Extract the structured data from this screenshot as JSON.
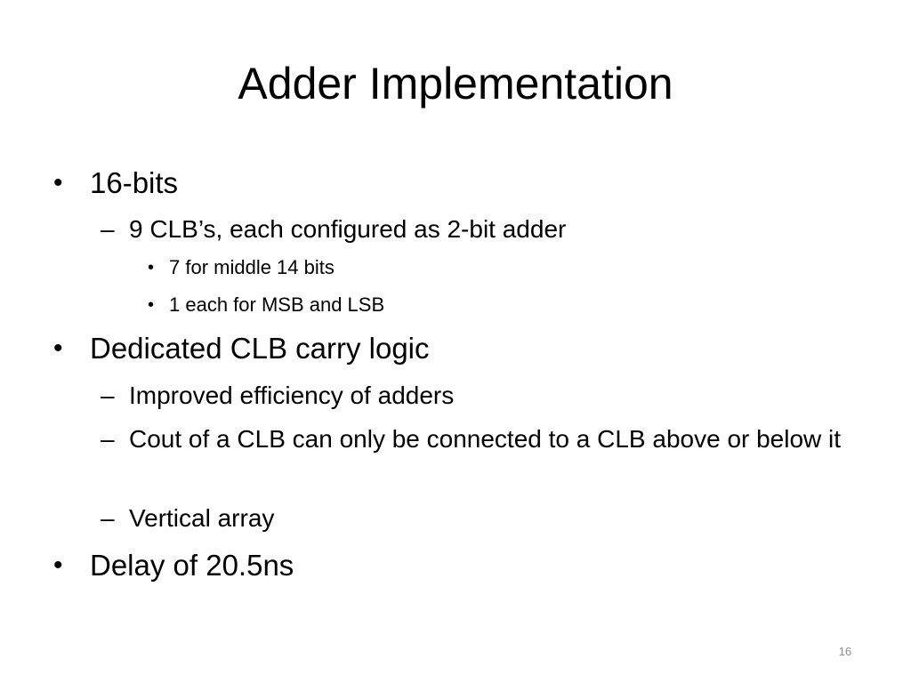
{
  "slide": {
    "title": "Adder Implementation",
    "page_number": "16",
    "bullets": [
      {
        "marker": "•",
        "text": "16-bits",
        "children": [
          {
            "marker": "–",
            "text": "9 CLB’s, each configured as 2-bit adder",
            "children": [
              {
                "marker": "•",
                "text": "7 for middle 14 bits"
              },
              {
                "marker": "•",
                "text": "1 each for MSB and LSB"
              }
            ]
          }
        ]
      },
      {
        "marker": "•",
        "text": "Dedicated CLB carry logic",
        "children": [
          {
            "marker": "–",
            "text": "Improved efficiency of adders"
          },
          {
            "marker": "–",
            "text": "Cout of a CLB can only be connected to a CLB above or below it"
          },
          {
            "marker": "–",
            "text": "Vertical array"
          }
        ]
      },
      {
        "marker": "•",
        "text": "Delay of 20.5ns"
      }
    ]
  }
}
